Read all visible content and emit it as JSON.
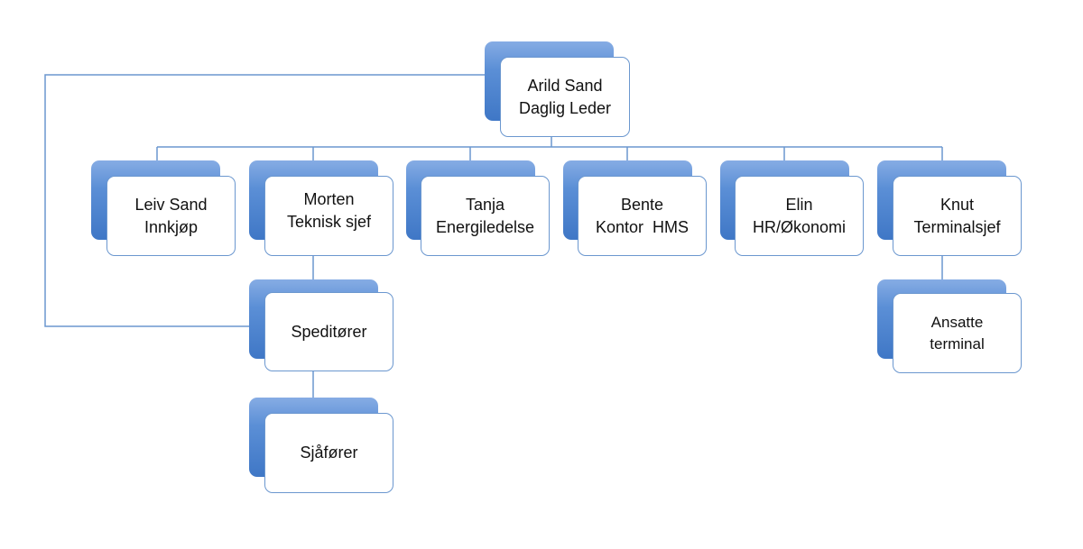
{
  "nodes": {
    "ceo": {
      "name": "Arild Sand",
      "role": "Daglig Leder"
    },
    "leiv": {
      "name": "Leiv Sand",
      "role": "Innkjøp"
    },
    "morten": {
      "name": "Morten",
      "role": "Teknisk sjef"
    },
    "tanja": {
      "name": "Tanja",
      "role": "Energiledelse"
    },
    "bente": {
      "name": "Bente",
      "role": "Kontor  HMS"
    },
    "elin": {
      "name": "Elin",
      "role": "HR/Økonomi"
    },
    "knut": {
      "name": "Knut",
      "role": "Terminalsjef"
    },
    "speditorer": {
      "label": "Speditører"
    },
    "sjaforer": {
      "label": "Sjåfører"
    },
    "ansatte": {
      "line1": "Ansatte",
      "line2": "terminal"
    }
  },
  "colors": {
    "box_back_top": "#86ace4",
    "box_back_bottom": "#3f77c6",
    "border": "#6b97cf",
    "connector": "#6b97cf"
  }
}
